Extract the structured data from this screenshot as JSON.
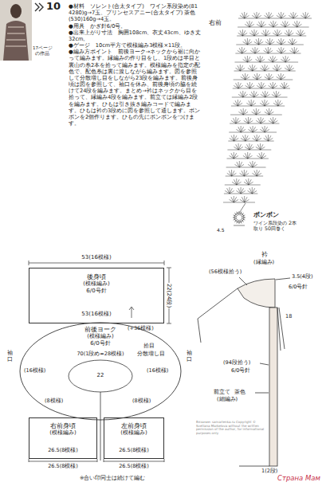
{
  "diagram": {
    "nodes": [
      {
        "text": [
          "後身頃",
          "(模様編み)",
          "6/0号針"
        ]
      },
      {
        "text": [
          "前後ヨーク",
          "(模様編み)",
          "6/0号針"
        ]
      },
      {
        "text": [
          "右前身頃",
          "(模様編み)"
        ]
      },
      {
        "text": [
          "左前身頃",
          "(模様編み)"
        ]
      }
    ],
    "labels": [
      "10",
      "17ページ",
      "の作品",
      "●材料　ソレント(合太タイプ)　ワイン系段染め(814280)g→7玉、プリンセスアニー(合太タイプ) 茶色(530)160g→4玉。",
      "●用具　かぎ針6/0号。",
      "●出来上がり寸法　胸囲108cm、衣丈43cm、ゆき丈32cm。",
      "●ゲージ　10cm平方で模様編み3模様×11段。",
      "●編み方ポイント　前後ヨーク→ネックから裾に向かって編みます。縁編みの作り目をし、1段めは半目と裏山の糸2本を拾って編みます。模様編みを指定の配色で、配色糸は裏に渡しながら編みます。図を参照して分散増し目をしながら23段を編みます。前後身頃は図を参照して、袖口を休み、前後身頃の脇を続けて24段を編みます。まとめ→衿はネックから目を拾って、縁編み4段を編みます。前立ては縁編み2段を編みます。ひもは引き抜き編みコードで編みます。ひもは衿の3段めに図を参照して通します。ボンボンを2個作ります。ひもの先にボンボンをつけます。",
      "右前",
      "4.5",
      "ボンボン",
      "ワイン系段染の 2本取り 50回巻く",
      "53(16模様)",
      "22(24段)",
      "53(16模様)",
      "(+36模様)",
      "拾目",
      "分散増し目",
      "70(1段め=28模様)",
      "22",
      "袖口",
      "袖口",
      "(16模様)",
      "(16模様)",
      "(8模様)",
      "(8模様)",
      "26.5(8模様)",
      "26.5(8模様)",
      "26.5(8模様)",
      "26.5(8模様)",
      "※合い印同士は続けて編む",
      "衿",
      "(縁編み)",
      "(56模様拾う)",
      "3.5(4段)",
      "6/0号針",
      "18",
      "前立て",
      "茶色",
      "(細編み)",
      "(94段拾う)",
      "6/0号針",
      "1(2段)",
      "Страна Мам",
      "Вязание: samarlenka.ru Copyright © Svetlana Markelova without the written permission of the author, for informational purposes only"
    ]
  }
}
